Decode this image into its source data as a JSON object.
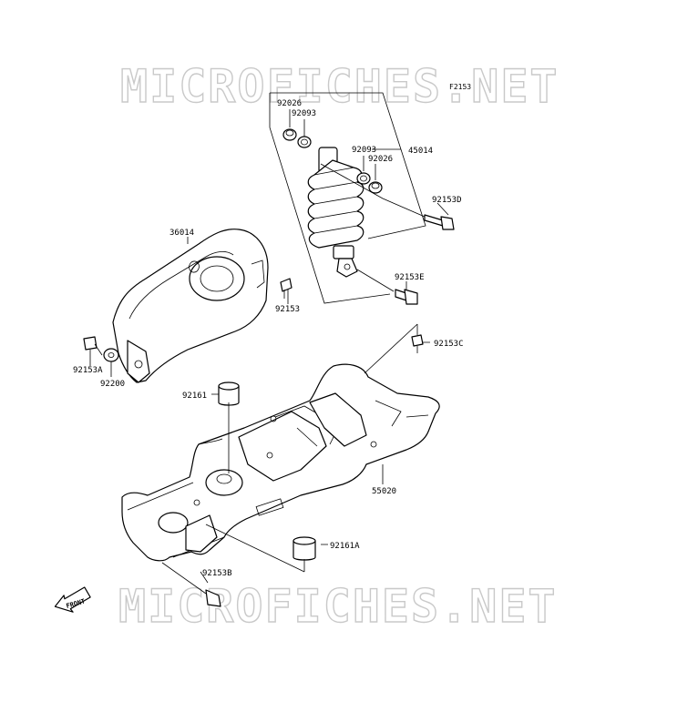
{
  "watermark": {
    "text": "MICROFICHES.NET"
  },
  "figure": {
    "code": "F2153"
  },
  "front_arrow": {
    "label": "FRONT"
  },
  "callouts": {
    "c92026a": "92026",
    "c92093a": "92093",
    "c45014": "45014",
    "c92093b": "92093",
    "c92026b": "92026",
    "c92153d": "92153D",
    "c36014": "36014",
    "c92153e": "92153E",
    "c92153": "92153",
    "c92153c": "92153C",
    "c92153a": "92153A",
    "c92200": "92200",
    "c92161": "92161",
    "c55020": "55020",
    "c92161a": "92161A",
    "c92153b": "92153B"
  }
}
